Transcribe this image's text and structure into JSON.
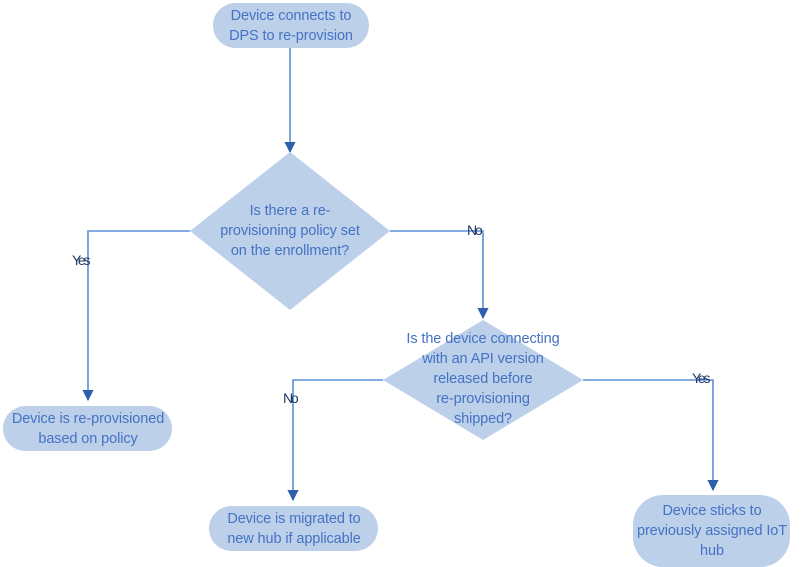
{
  "diagram": {
    "title": "DPS re-provisioning decision flow",
    "colors": {
      "node_fill": "#BDD0EA",
      "node_text": "#4472C4",
      "connector_line": "#5B8FD9",
      "arrow_head": "#2E5FAC",
      "edge_label_text": "#1F3864",
      "background": "#FFFFFF"
    },
    "nodes": [
      {
        "id": "start",
        "shape": "rounded-rectangle",
        "text": "Device connects to\nDPS to re-provision"
      },
      {
        "id": "decision-policy",
        "shape": "diamond",
        "text": "Is there a re-\nprovisioning policy set\non the enrollment?"
      },
      {
        "id": "decision-api-version",
        "shape": "diamond",
        "text": "Is the device connecting\nwith an API version\nreleased before\nre-provisioning\nshipped?"
      },
      {
        "id": "outcome-reprovisioned",
        "shape": "rounded-rectangle",
        "text": "Device is re-provisioned\nbased on policy"
      },
      {
        "id": "outcome-migrated",
        "shape": "rounded-rectangle",
        "text": "Device is migrated to\nnew hub if applicable"
      },
      {
        "id": "outcome-sticks",
        "shape": "rounded-rectangle",
        "text": "Device sticks to\npreviously assigned IoT\nhub"
      }
    ],
    "edge_labels": {
      "policy_yes": "Yes",
      "policy_no": "No",
      "api_no": "No",
      "api_yes": "Yes"
    }
  }
}
